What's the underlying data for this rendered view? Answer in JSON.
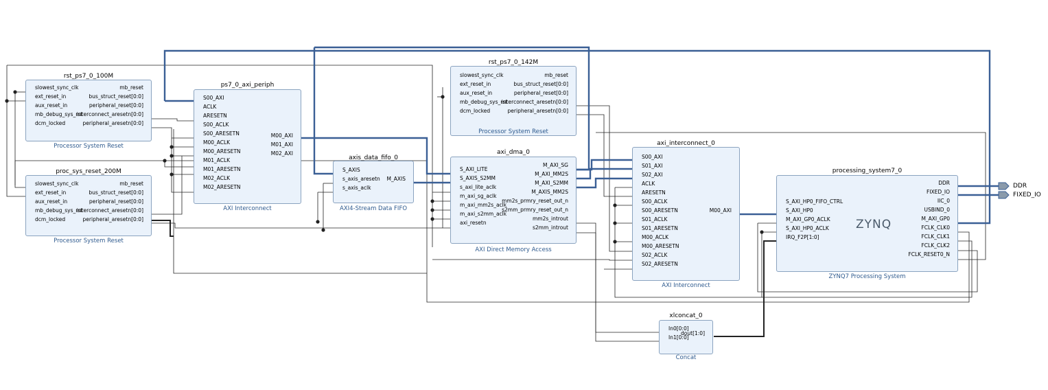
{
  "blocks": {
    "rst100": {
      "title": "rst_ps7_0_100M",
      "subtitle": "Processor System Reset",
      "left_pins": [
        "slowest_sync_clk",
        "ext_reset_in",
        "aux_reset_in",
        "mb_debug_sys_rst",
        "dcm_locked"
      ],
      "right_pins": [
        "mb_reset",
        "bus_struct_reset[0:0]",
        "peripheral_reset[0:0]",
        "interconnect_aresetn[0:0]",
        "peripheral_aresetn[0:0]"
      ]
    },
    "rst200": {
      "title": "proc_sys_reset_200M",
      "subtitle": "Processor System Reset",
      "left_pins": [
        "slowest_sync_clk",
        "ext_reset_in",
        "aux_reset_in",
        "mb_debug_sys_rst",
        "dcm_locked"
      ],
      "right_pins": [
        "mb_reset",
        "bus_struct_reset[0:0]",
        "peripheral_reset[0:0]",
        "interconnect_aresetn[0:0]",
        "peripheral_aresetn[0:0]"
      ]
    },
    "periph": {
      "title": "ps7_0_axi_periph",
      "subtitle": "AXI Interconnect",
      "left_pins": [
        "S00_AXI",
        "ACLK",
        "ARESETN",
        "S00_ACLK",
        "S00_ARESETN",
        "M00_ACLK",
        "M00_ARESETN",
        "M01_ACLK",
        "M01_ARESETN",
        "M02_ACLK",
        "M02_ARESETN"
      ],
      "right_pins": [
        "M00_AXI",
        "M01_AXI",
        "M02_AXI"
      ]
    },
    "fifo": {
      "title": "axis_data_fifo_0",
      "subtitle": "AXI4-Stream Data FIFO",
      "left_pins": [
        "S_AXIS",
        "s_axis_aresetn",
        "s_axis_aclk"
      ],
      "right_pins": [
        "M_AXIS"
      ]
    },
    "rst142": {
      "title": "rst_ps7_0_142M",
      "subtitle": "Processor System Reset",
      "left_pins": [
        "slowest_sync_clk",
        "ext_reset_in",
        "aux_reset_in",
        "mb_debug_sys_rst",
        "dcm_locked"
      ],
      "right_pins": [
        "mb_reset",
        "bus_struct_reset[0:0]",
        "peripheral_reset[0:0]",
        "interconnect_aresetn[0:0]",
        "peripheral_aresetn[0:0]"
      ]
    },
    "dma": {
      "title": "axi_dma_0",
      "subtitle": "AXI Direct Memory Access",
      "left_pins": [
        "S_AXI_LITE",
        "S_AXIS_S2MM",
        "s_axi_lite_aclk",
        "m_axi_sg_aclk",
        "m_axi_mm2s_aclk",
        "m_axi_s2mm_aclk",
        "axi_resetn"
      ],
      "right_pins": [
        "M_AXI_SG",
        "M_AXI_MM2S",
        "M_AXI_S2MM",
        "M_AXIS_MM2S",
        "mm2s_prmry_reset_out_n",
        "s2mm_prmry_reset_out_n",
        "mm2s_introut",
        "s2mm_introut"
      ]
    },
    "ic0": {
      "title": "axi_interconnect_0",
      "subtitle": "AXI Interconnect",
      "left_pins": [
        "S00_AXI",
        "S01_AXI",
        "S02_AXI",
        "ACLK",
        "ARESETN",
        "S00_ACLK",
        "S00_ARESETN",
        "S01_ACLK",
        "S01_ARESETN",
        "M00_ACLK",
        "M00_ARESETN",
        "S02_ACLK",
        "S02_ARESETN"
      ],
      "right_pins": [
        "M00_AXI"
      ]
    },
    "ps7": {
      "title": "processing_system7_0",
      "subtitle": "ZYNQ7 Processing System",
      "logo": "ZYNQ",
      "left_pins": [
        "S_AXI_HP0_FIFO_CTRL",
        "S_AXI_HP0",
        "M_AXI_GP0_ACLK",
        "S_AXI_HP0_ACLK",
        "IRQ_F2P[1:0]"
      ],
      "right_pins": [
        "DDR",
        "FIXED_IO",
        "IIC_0",
        "USBIND_0",
        "M_AXI_GP0",
        "FCLK_CLK0",
        "FCLK_CLK1",
        "FCLK_CLK2",
        "FCLK_RESET0_N"
      ]
    },
    "concat": {
      "title": "xlconcat_0",
      "subtitle": "Concat",
      "left_pins": [
        "In0[0:0]",
        "In1[0:0]"
      ],
      "right_pins": [
        "dout[1:0]"
      ]
    }
  },
  "external_ports": [
    "DDR",
    "FIXED_IO"
  ],
  "colors": {
    "block_fill": "#eaf2fb",
    "block_border": "#8aa3bf",
    "subtitle": "#2e5a8e",
    "bus_wire": "#3a5f95",
    "net_wire": "#222222"
  }
}
